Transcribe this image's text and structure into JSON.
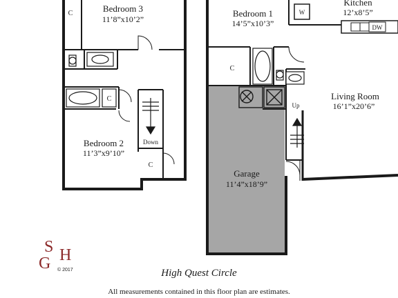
{
  "rooms": {
    "bedroom3": {
      "name": "Bedroom 3",
      "dim": "11’8”x10’2”"
    },
    "bedroom2": {
      "name": "Bedroom 2",
      "dim": "11’3”x9’10”"
    },
    "bedroom1": {
      "name": "Bedroom 1",
      "dim": "14’5”x10’3”"
    },
    "kitchen": {
      "name": "Kitchen",
      "dim": "12’x8’5”"
    },
    "living": {
      "name": "Living Room",
      "dim": "16’1”x20’6”"
    },
    "garage": {
      "name": "Garage",
      "dim": "11’4”x18’9”"
    }
  },
  "labels": {
    "closet": "C",
    "washer": "W",
    "dishwasher": "DW",
    "down": "Down",
    "up": "Up"
  },
  "logo": {
    "l1": "S",
    "l2": "H",
    "l3": "G",
    "copyright": "© 2017"
  },
  "caption": "High Quest Circle",
  "note": "All measurements contained in this floor plan are estimates.",
  "colors": {
    "wall": "#1a1a1a",
    "garage_fill": "#a6a6a6",
    "logo": "#8c2a2a"
  }
}
